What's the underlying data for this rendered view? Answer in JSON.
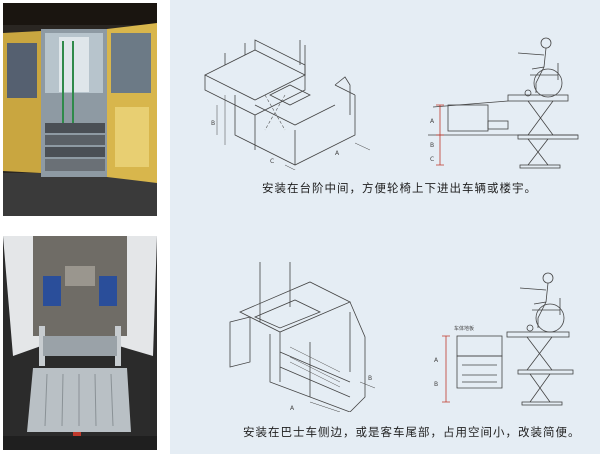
{
  "captions": {
    "top": "安装在台阶中间，方便轮椅上下进出车辆或楼宇。",
    "bottom": "安装在巴士车侧边，或是客车尾部，占用空间小，改装简便。"
  },
  "diagram_labels": {
    "top_left_b": "B",
    "top_left_c": "C",
    "top_left_a": "A",
    "top_right_a": "A",
    "top_right_b": "B",
    "top_right_c": "C",
    "bottom_left_a": "A",
    "bottom_left_b": "B",
    "bottom_right_label": "车体地板",
    "bottom_right_a": "A",
    "bottom_right_b": "B"
  },
  "colors": {
    "panel": "#e5edf4",
    "dimension": "#c0392b",
    "line": "#444444"
  }
}
